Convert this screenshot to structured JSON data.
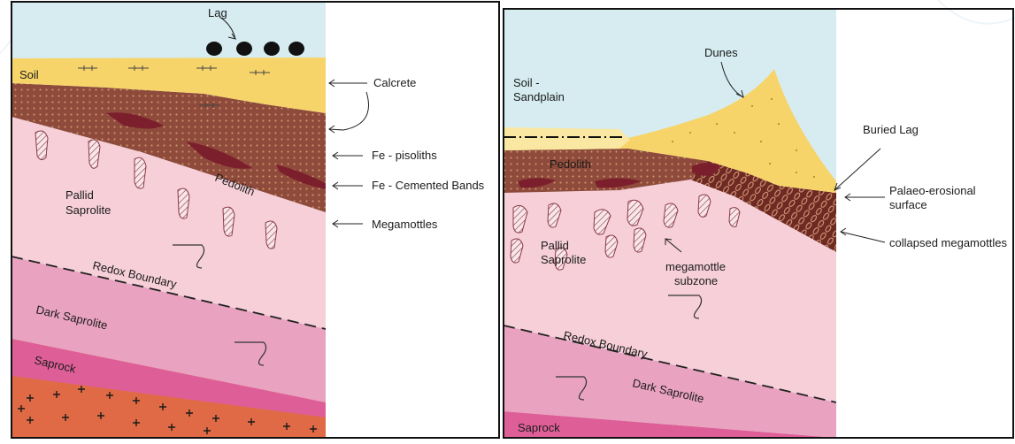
{
  "left_panel": {
    "labels": {
      "lag": "Lag",
      "soil": "Soil",
      "calcrete": "Calcrete",
      "fe_pisoliths": "Fe - pisoliths",
      "fe_cemented_bands": "Fe - Cemented Bands",
      "megamottles": "Megamottles",
      "pallid_saprolite_1": "Pallid",
      "pallid_saprolite_2": "Saprolite",
      "pedolith": "Pedolith",
      "redox_boundary": "Redox Boundary",
      "dark_saprolite": "Dark Saprolite",
      "saprock": "Saprock"
    }
  },
  "right_panel": {
    "labels": {
      "dunes": "Dunes",
      "soil_sandplain_1": "Soil -",
      "soil_sandplain_2": "Sandplain",
      "buried_lag": "Buried Lag",
      "pedolith": "Pedolith",
      "palaeo_erosional_1": "Palaeo-erosional",
      "palaeo_erosional_2": "surface",
      "collapsed_megamottles": "collapsed megamottles",
      "pallid_saprolite_1": "Pallid",
      "pallid_saprolite_2": "Saprolite",
      "megamottle_subzone_1": "megamottle",
      "megamottle_subzone_2": "subzone",
      "redox_boundary": "Redox Boundary",
      "dark_saprolite": "Dark Saprolite",
      "saprock": "Saprock"
    }
  },
  "colors": {
    "sky": "#d6ecf1",
    "soil": "#f7d46a",
    "pedolith": "#8e4a3a",
    "pallid_saprolite": "#f6cfd9",
    "dark_saprolite": "#e9a3c0",
    "saprock": "#de5f98",
    "bedrock": "#e06a45",
    "fe_band": "#7c1f2d",
    "frame": "#111111"
  }
}
